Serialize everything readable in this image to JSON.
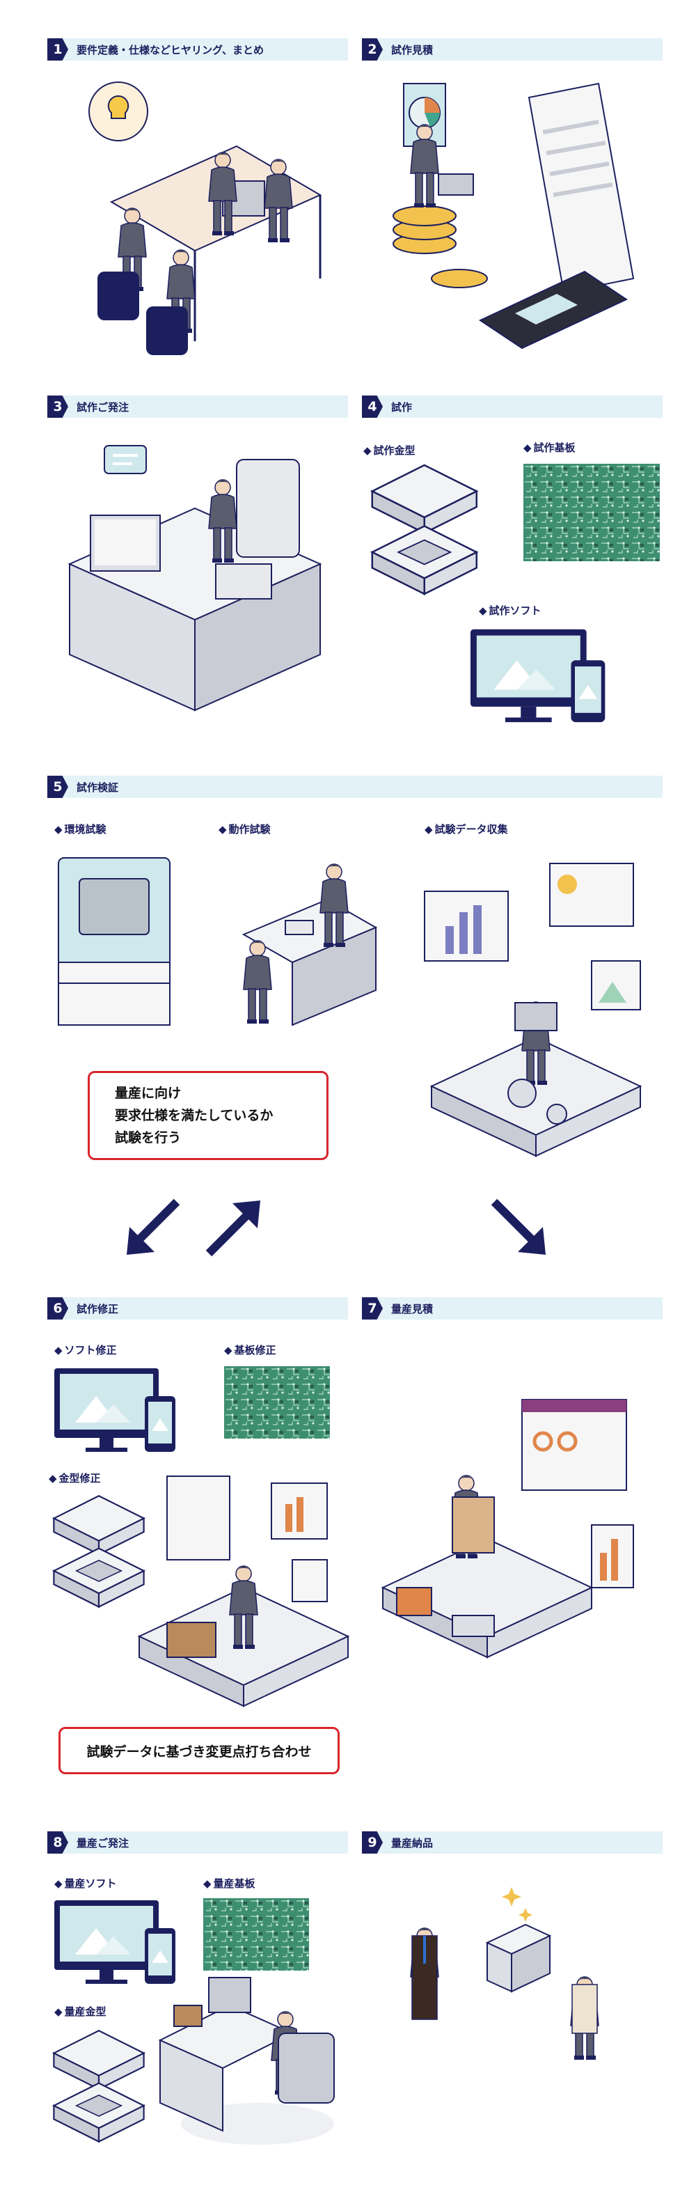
{
  "steps": [
    {
      "num": "1",
      "title": "要件定義・仕様などヒヤリング、まとめ"
    },
    {
      "num": "2",
      "title": "試作見積"
    },
    {
      "num": "3",
      "title": "試作ご発注"
    },
    {
      "num": "4",
      "title": "試作"
    },
    {
      "num": "5",
      "title": "試作検証"
    },
    {
      "num": "6",
      "title": "試作修正"
    },
    {
      "num": "7",
      "title": "量産見積"
    },
    {
      "num": "8",
      "title": "量産ご発注"
    },
    {
      "num": "9",
      "title": "量産納品"
    }
  ],
  "step4_items": [
    "試作金型",
    "試作基板",
    "試作ソフト"
  ],
  "step5_items": [
    "環境試験",
    "動作試験",
    "試験データ収集"
  ],
  "step5_note": [
    "量産に向け",
    "要求仕様を満たしているか",
    "試験を行う"
  ],
  "step6_items": [
    "ソフト修正",
    "基板修正",
    "金型修正"
  ],
  "step6_note": "試験データに基づき変更点打ち合わせ",
  "step8_items": [
    "量産ソフト",
    "量産基板",
    "量産金型"
  ],
  "colors": {
    "navy": "#1c1f5e",
    "header_bg": "#e2f2f7",
    "note_border": "#d8262d",
    "pcb": "#3e8e72",
    "screen": "#1c1f5e"
  }
}
